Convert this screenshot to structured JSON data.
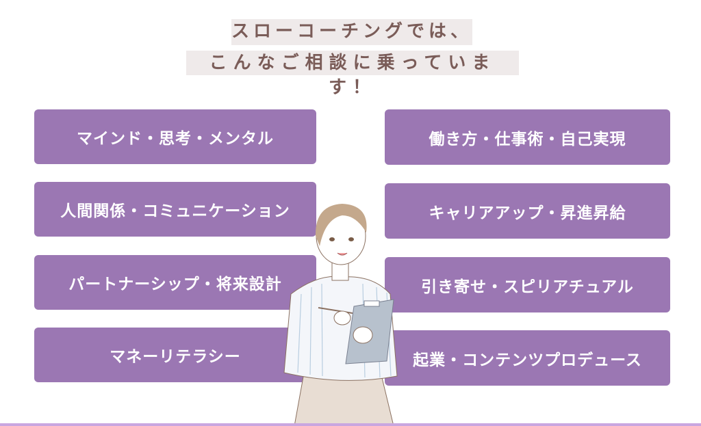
{
  "heading": {
    "line1": "スローコーチングでは、",
    "line2": "こんなご相談に乗っています！"
  },
  "topics_left": [
    "マインド・思考・メンタル",
    "人間関係・コミュニケーション",
    "パートナーシップ・将来設計",
    "マネーリテラシー"
  ],
  "topics_right": [
    "働き方・仕事術・自己実現",
    "キャリアアップ・昇進昇給",
    "引き寄せ・スピリアチュアル",
    "起業・コンテンツプロデュース"
  ],
  "colors": {
    "card": "#9b77b3",
    "heading_text": "#7a5c58",
    "heading_bg": "#efeaea"
  }
}
